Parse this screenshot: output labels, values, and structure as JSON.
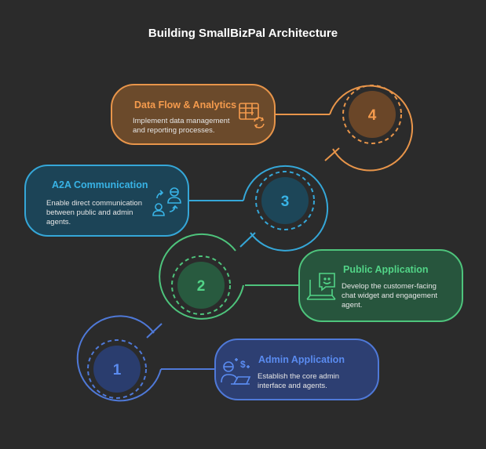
{
  "diagram": {
    "title": "Building SmallBizPal Architecture",
    "steps": [
      {
        "number": "1",
        "title": "Admin Application",
        "description": "Establish the core admin interface and agents.",
        "icon": "admin-dollar-laptop-icon",
        "color": "#5a8bf0"
      },
      {
        "number": "2",
        "title": "Public Application",
        "description": "Develop the customer-facing chat widget and engagement agent.",
        "icon": "chat-laptop-icon",
        "color": "#52d487"
      },
      {
        "number": "3",
        "title": "A2A Communication",
        "description": "Enable direct communication between public and admin agents.",
        "icon": "agent-exchange-icon",
        "color": "#38b3e6"
      },
      {
        "number": "4",
        "title": "Data Flow & Analytics",
        "description": "Implement data management and reporting processes.",
        "icon": "table-refresh-icon",
        "color": "#f59b4d"
      }
    ]
  }
}
